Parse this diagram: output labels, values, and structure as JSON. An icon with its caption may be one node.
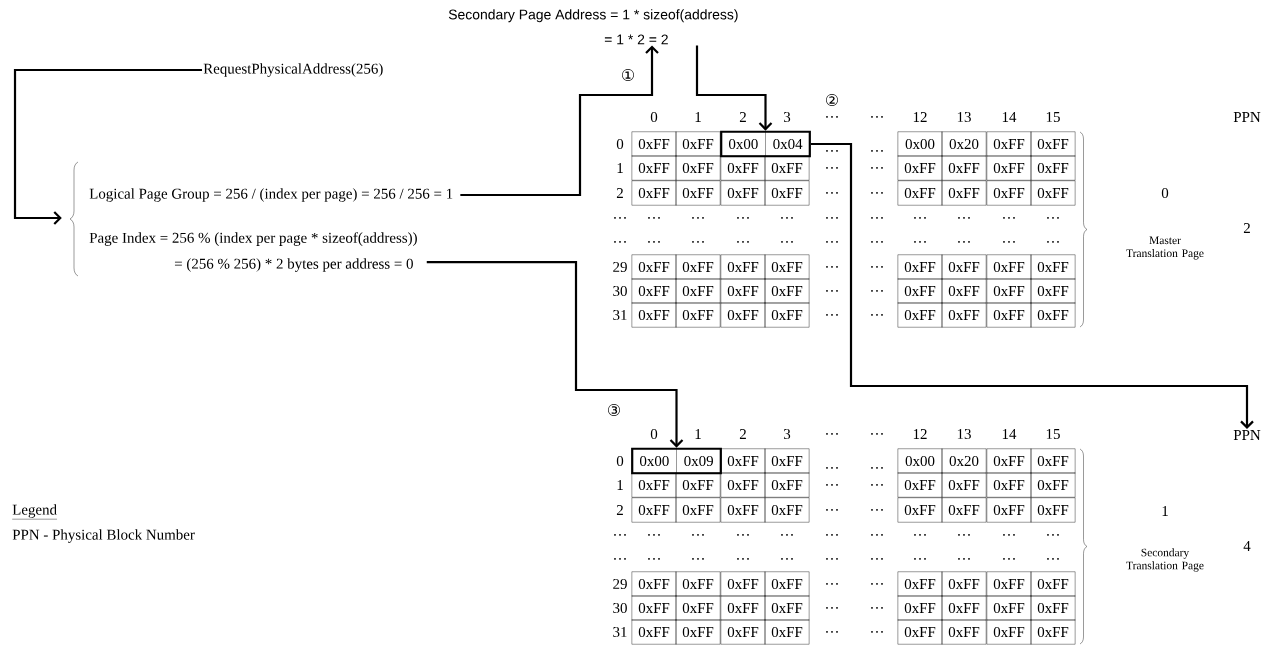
{
  "diagram": {
    "nodes": [
      {
        "text": [
          "Secondary Page Address = 1 * sizeof(address)",
          "= 1 * 2 = 2"
        ]
      },
      {
        "text": [
          "RequestPhysicalAddress(256)"
        ]
      },
      {
        "text": [],
        "shape": "bracket"
      },
      {
        "text": [
          "Logical Page Group = 256 / (index per page) = 256 / 256 = 1"
        ]
      },
      {
        "text": [
          "Page Index = 256 % (index per page * sizeof(address))",
          "= (256 % 256) * 2 bytes per address = 0"
        ]
      },
      {
        "text": [
          "0x00",
          "0x04"
        ]
      },
      {
        "text": [
          "PPN"
        ]
      },
      {
        "text": [
          "0x00",
          "0x09"
        ]
      }
    ],
    "edges": [
      {
        "from": 1,
        "to": 2,
        "arrow": "to"
      },
      {
        "from": 3,
        "to": 0,
        "arrow": "to"
      },
      {
        "from": 0,
        "to": 5,
        "arrow": "to"
      },
      {
        "from": 5,
        "to": 6,
        "arrow": "to"
      },
      {
        "from": 4,
        "to": 7,
        "arrow": "to"
      }
    ],
    "labels": [
      "①",
      "②",
      "0",
      "1",
      "2",
      "3",
      "…",
      "…",
      "12",
      "13",
      "14",
      "15",
      "PPN",
      "0",
      "0xFF",
      "0xFF",
      "…",
      "…",
      "0x00",
      "0x20",
      "0xFF",
      "0xFF",
      "1",
      "0xFF",
      "0xFF",
      "0xFF",
      "0xFF",
      "…",
      "…",
      "0xFF",
      "0xFF",
      "0xFF",
      "0xFF",
      "2",
      "0xFF",
      "0xFF",
      "0xFF",
      "0xFF",
      "…",
      "…",
      "0xFF",
      "0xFF",
      "0xFF",
      "0xFF",
      "0",
      "…",
      "…",
      "…",
      "…",
      "…",
      "…",
      "…",
      "…",
      "…",
      "…",
      "…",
      "2",
      "…",
      "…",
      "…",
      "…",
      "…",
      "…",
      "…",
      "…",
      "…",
      "…",
      "…",
      "Master Translation Page",
      "29",
      "0xFF",
      "0xFF",
      "0xFF",
      "0xFF",
      "…",
      "…",
      "0xFF",
      "0xFF",
      "0xFF",
      "0xFF",
      "30",
      "0xFF",
      "0xFF",
      "0xFF",
      "0xFF",
      "…",
      "…",
      "0xFF",
      "0xFF",
      "0xFF",
      "0xFF",
      "31",
      "0xFF",
      "0xFF",
      "0xFF",
      "0xFF",
      "…",
      "…",
      "0xFF",
      "0xFF",
      "0xFF",
      "0xFF",
      "③",
      "0",
      "1",
      "2",
      "3",
      "…",
      "…",
      "12",
      "13",
      "14",
      "15",
      "0",
      "0xFF",
      "0xFF",
      "…",
      "…",
      "0x00",
      "0x20",
      "0xFF",
      "0xFF",
      "1",
      "0xFF",
      "0xFF",
      "0xFF",
      "0xFF",
      "…",
      "…",
      "0xFF",
      "0xFF",
      "0xFF",
      "0xFF",
      "2",
      "0xFF",
      "0xFF",
      "0xFF",
      "0xFF",
      "…",
      "…",
      "0xFF",
      "0xFF",
      "0xFF",
      "0xFF",
      "1",
      "…",
      "…",
      "…",
      "…",
      "…",
      "…",
      "…",
      "…",
      "…",
      "…",
      "…",
      "4",
      "…",
      "…",
      "…",
      "…",
      "…",
      "…",
      "…",
      "…",
      "…",
      "…",
      "…",
      "Secondary Translation Page",
      "29",
      "0xFF",
      "0xFF",
      "0xFF",
      "0xFF",
      "…",
      "…",
      "0xFF",
      "0xFF",
      "0xFF",
      "0xFF",
      "30",
      "0xFF",
      "0xFF",
      "0xFF",
      "0xFF",
      "…",
      "…",
      "0xFF",
      "0xFF",
      "0xFF",
      "0xFF",
      "31",
      "0xFF",
      "0xFF",
      "0xFF",
      "0xFF",
      "…",
      "…",
      "0xFF",
      "0xFF",
      "0xFF",
      "0xFF",
      "Legend"
    ],
    "legend": [
      {
        "text": "PPN - Physical Block Number"
      }
    ]
  }
}
